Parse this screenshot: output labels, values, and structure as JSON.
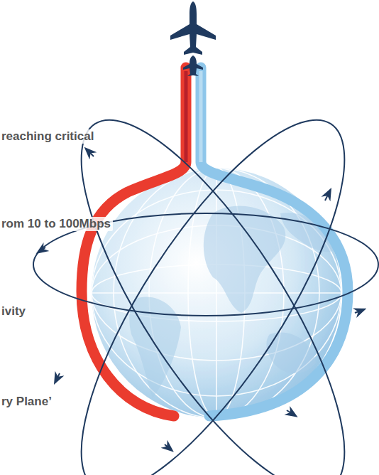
{
  "diagram": {
    "labels": [
      "reaching critical",
      "rom 10 to 100Mbps",
      "ivity",
      "ry Plane’"
    ]
  }
}
